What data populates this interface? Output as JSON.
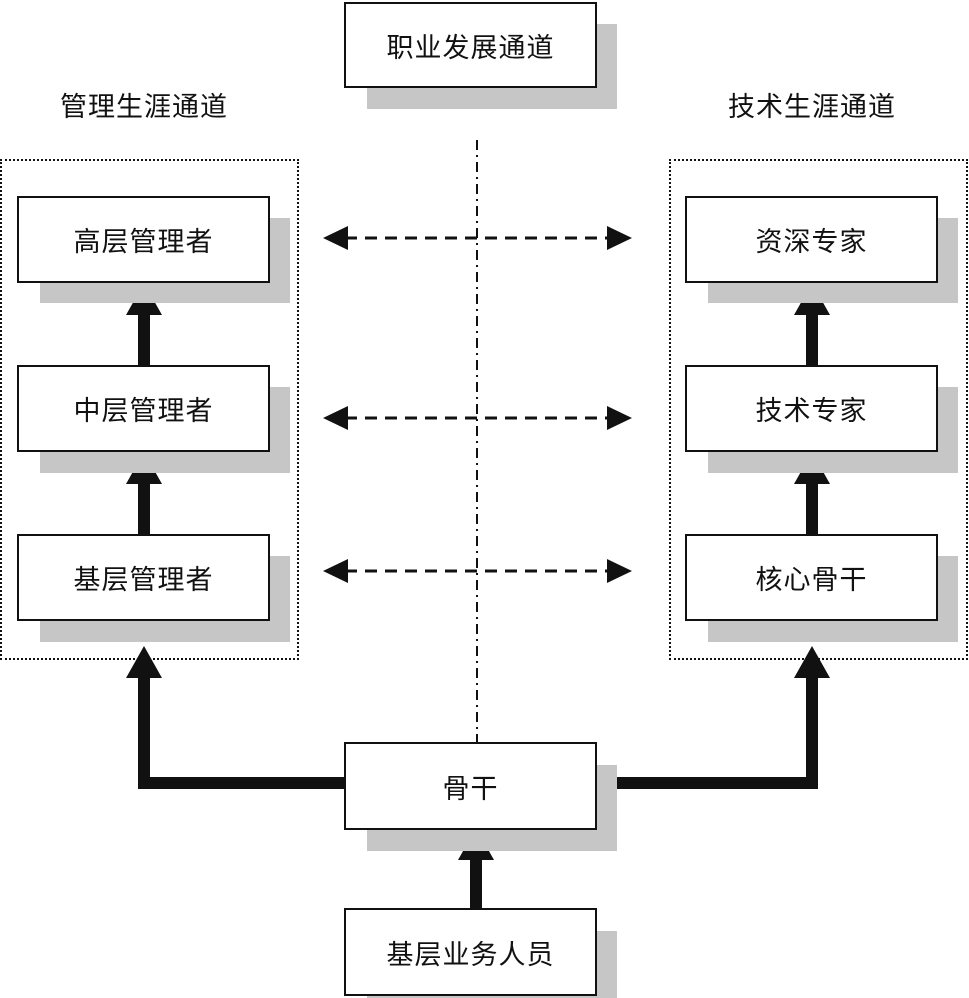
{
  "title": "职业发展通道",
  "management_track": {
    "heading": "管理生涯通道",
    "levels": [
      "高层管理者",
      "中层管理者",
      "基层管理者"
    ]
  },
  "technical_track": {
    "heading": "技术生涯通道",
    "levels": [
      "资深专家",
      "技术专家",
      "核心骨干"
    ]
  },
  "backbone": "骨干",
  "entry": "基层业务人员"
}
